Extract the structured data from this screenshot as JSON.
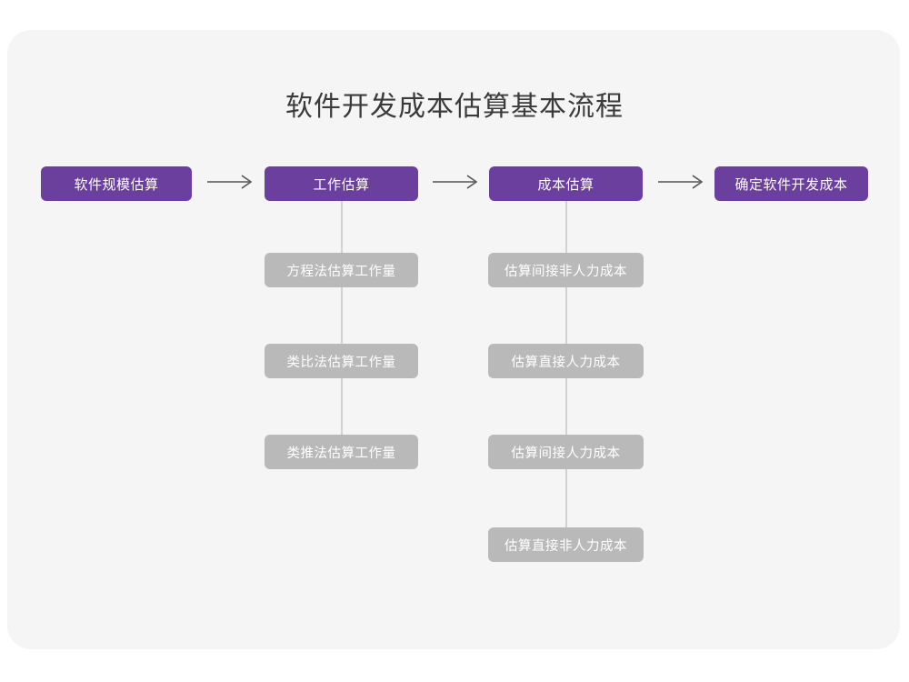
{
  "page": {
    "title": "软件开发成本估算基本流程",
    "card_background": "#f5f5f5",
    "page_background": "#ffffff"
  },
  "colors": {
    "primary_node": "#6b3f9e",
    "sub_node": "#b9b9b9",
    "node_text": "#ffffff",
    "title_text": "#3b3b3b",
    "connector_line": "#d2d2d2",
    "arrow": "#555555"
  },
  "flow": {
    "main_steps": [
      {
        "id": "step-1",
        "label": "软件规模估算"
      },
      {
        "id": "step-2",
        "label": "工作估算"
      },
      {
        "id": "step-3",
        "label": "成本估算"
      },
      {
        "id": "step-4",
        "label": "确定软件开发成本"
      }
    ],
    "arrows": [
      {
        "id": "arrow-1",
        "glyph": "→",
        "from": "step-1",
        "to": "step-2"
      },
      {
        "id": "arrow-2",
        "glyph": "→",
        "from": "step-2",
        "to": "step-3"
      },
      {
        "id": "arrow-3",
        "glyph": "→",
        "from": "step-3",
        "to": "step-4"
      }
    ],
    "branches": [
      {
        "parent": "step-2",
        "items": [
          {
            "id": "work-1",
            "label": "方程法估算工作量"
          },
          {
            "id": "work-2",
            "label": "类比法估算工作量"
          },
          {
            "id": "work-3",
            "label": "类推法估算工作量"
          }
        ]
      },
      {
        "parent": "step-3",
        "items": [
          {
            "id": "cost-1",
            "label": "估算间接非人力成本"
          },
          {
            "id": "cost-2",
            "label": "估算直接人力成本"
          },
          {
            "id": "cost-3",
            "label": "估算间接人力成本"
          },
          {
            "id": "cost-4",
            "label": "估算直接非人力成本"
          }
        ]
      }
    ]
  }
}
